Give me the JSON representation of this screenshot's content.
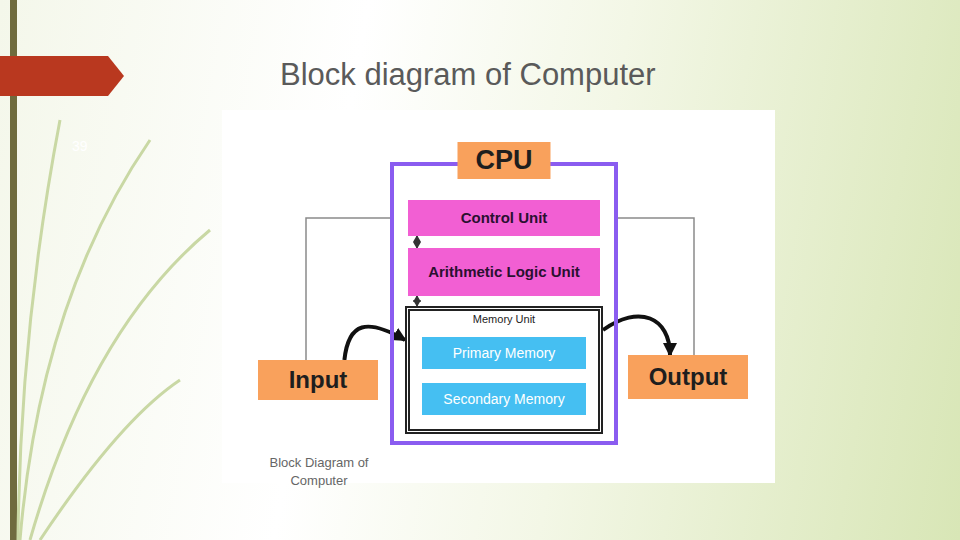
{
  "diagram": {
    "title": "Block diagram of Computer",
    "caption": "Block Diagram of Computer",
    "nodes": [
      {
        "text": [
          "CPU"
        ]
      },
      {
        "text": [
          "Control Unit"
        ],
        "in": 0
      },
      {
        "text": [
          "Arithmetic Logic Unit"
        ],
        "in": 0
      },
      {
        "text": [
          "Memory Unit"
        ],
        "in": 0
      },
      {
        "text": [
          "Primary Memory"
        ],
        "in": 3
      },
      {
        "text": [
          "Secondary Memory"
        ],
        "in": 3
      },
      {
        "text": [
          "Input"
        ]
      },
      {
        "text": [
          "Output"
        ]
      }
    ],
    "edges": [
      {
        "from": 6,
        "to": 3,
        "arrow": "to"
      },
      {
        "from": 3,
        "to": 7,
        "arrow": "to"
      },
      {
        "from": 6,
        "to": 0,
        "arrow": "none"
      },
      {
        "from": 0,
        "to": 7,
        "arrow": "none"
      },
      {
        "from": 1,
        "to": 2,
        "arrow": "both"
      },
      {
        "from": 2,
        "to": 3,
        "arrow": "both"
      }
    ],
    "labels": [
      "39"
    ]
  }
}
